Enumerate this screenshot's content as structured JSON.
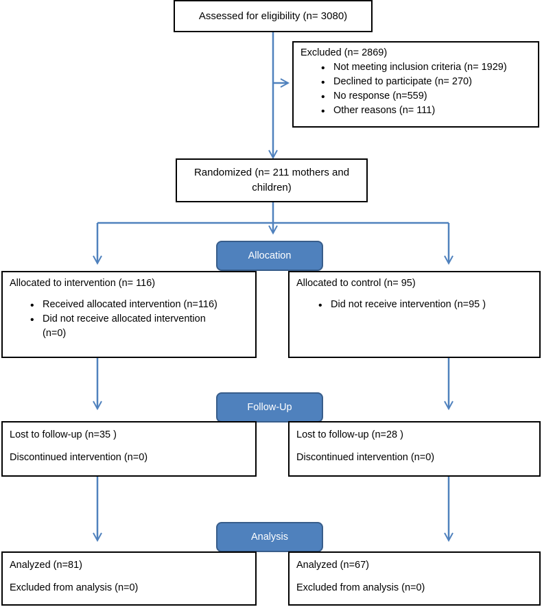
{
  "assessed": "Assessed for eligibility (n= 3080)",
  "excluded": {
    "title": "Excluded (n= 2869)",
    "items": [
      "Not meeting inclusion criteria (n= 1929)",
      "Declined to participate (n= 270)",
      "No response (n=559)",
      "Other reasons (n= 111)"
    ]
  },
  "randomized": {
    "line1": "Randomized (n= 211 mothers and",
    "line2": "children)"
  },
  "stages": {
    "allocation": "Allocation",
    "followup": "Follow-Up",
    "analysis": "Analysis"
  },
  "intervention": {
    "allocated": "Allocated to intervention (n= 116)",
    "items": [
      "Received allocated intervention (n=116)",
      "Did not receive allocated intervention (n=0)"
    ],
    "lost": "Lost to follow-up (n=35 )",
    "discontinued": "Discontinued intervention (n=0)",
    "analyzed": "Analyzed (n=81)",
    "excluded_analysis": "Excluded from analysis (n=0)"
  },
  "control": {
    "allocated": "Allocated to control (n= 95)",
    "items": [
      "Did not receive intervention (n=95 )"
    ],
    "lost": "Lost to follow-up (n=28 )",
    "discontinued": "Discontinued intervention (n=0)",
    "analyzed": "Analyzed (n=67)",
    "excluded_analysis": "Excluded from analysis (n=0)"
  },
  "colors": {
    "connector": "#4F81BD",
    "stage_fill": "#4F81BD",
    "stage_border": "#385D8A"
  }
}
